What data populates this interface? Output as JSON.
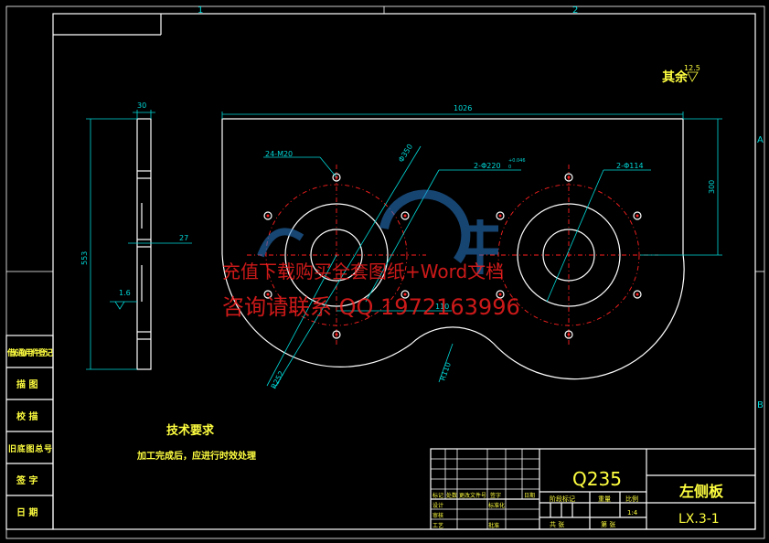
{
  "zone_markers": {
    "col1": "1",
    "col2": "2",
    "rowA": "A",
    "rowB": "B"
  },
  "roughness": {
    "prefix": "其余",
    "value": "12.5"
  },
  "side_view": {
    "width_dim": "30",
    "height_dim": "553",
    "offset_dim": "27",
    "roughness": "1.6"
  },
  "front_view": {
    "width_dim": "1026",
    "height_dim": "300",
    "tapped_holes": "24-M20",
    "bolt_circle": "Φ350",
    "bore_left": "2-Φ220",
    "bore_tol_upper": "+0.046",
    "bore_tol_lower": "0",
    "bore_right": "2-Φ114",
    "r_outer": "R252",
    "r_inner": "R110",
    "center_dim": "110"
  },
  "tech_req": {
    "title": "技术要求",
    "text": "加工完成后，应进行时效处理"
  },
  "left_labels": [
    "借(通)用件登记",
    "描 图",
    "校 描",
    "旧底图总号",
    "签 字",
    "日 期"
  ],
  "title_block": {
    "material": "Q235",
    "part_name": "左侧板",
    "drawing_no": "LX.3-1",
    "scale": "1:4",
    "mark_header": "阶段标记",
    "weight_header": "重量",
    "scale_header": "比例",
    "design": "设计",
    "review": "审核",
    "standard": "标准化",
    "process": "工艺",
    "approve": "批准",
    "date": "日期",
    "sheet_total": "共 张",
    "sheet_no": "第 张",
    "sign": "签字",
    "change_doc": "更改文件号",
    "revision_mark": "标记",
    "count": "处数"
  },
  "watermark": {
    "line1": "充值下载购买全套图纸+Word文档",
    "line2": "咨询请联系  QQ 1972163996"
  }
}
